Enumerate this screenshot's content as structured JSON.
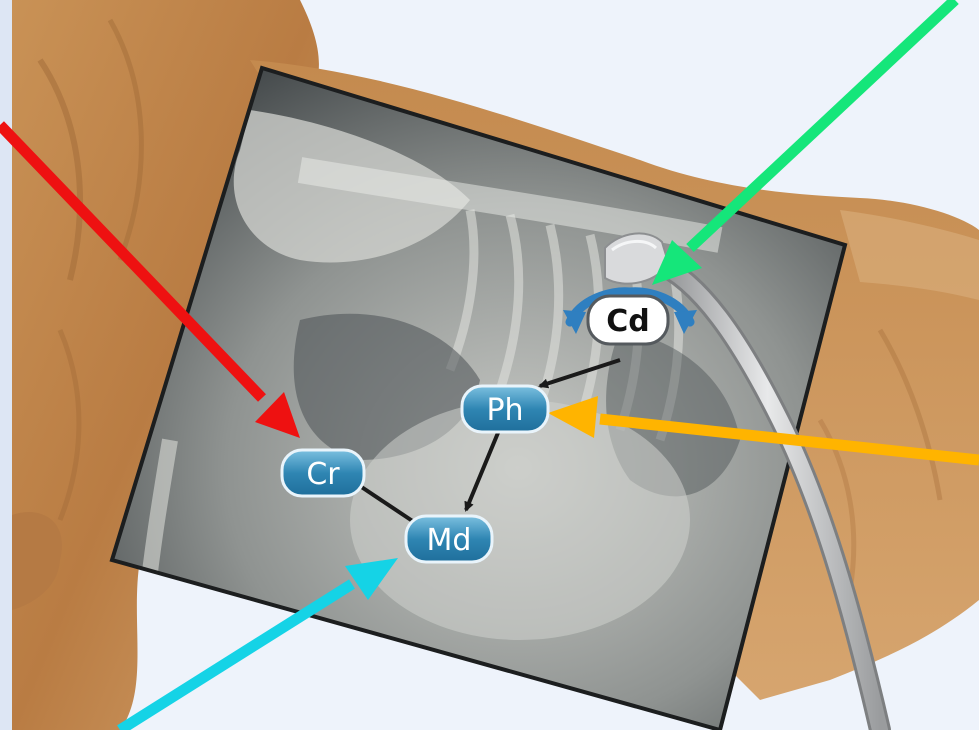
{
  "labels": {
    "cd": "Cd",
    "ph": "Ph",
    "cr": "Cr",
    "md": "Md"
  },
  "colors": {
    "background": "#eef3fb",
    "label_fill": "#2f86b3",
    "label_fill_light": "#6fb6d8",
    "label_text": "#ffffff",
    "cd_label_fill": "#ffffff",
    "cd_label_text": "#111111",
    "arrow_red": "#ee1111",
    "arrow_green": "#15e67a",
    "arrow_orange": "#ffb400",
    "arrow_cyan": "#15d3e6",
    "flow_arrow": "#1a1a1a",
    "fur": "#c98f55",
    "xray_dark": "#3c4043",
    "xray_light": "#d9dbd8"
  }
}
